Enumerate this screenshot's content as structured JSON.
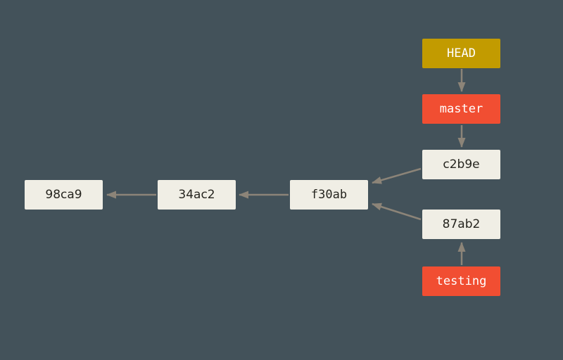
{
  "diagram": {
    "kind": "git-commit-graph",
    "background_color": "#43525A",
    "arrow_color": "#8C8478",
    "nodes": {
      "head": {
        "label": "HEAD",
        "kind": "pointer",
        "fill": "#C29B00",
        "text_color": "#FFFFFF"
      },
      "master": {
        "label": "master",
        "kind": "branch",
        "fill": "#F14E32",
        "text_color": "#FFFFFF"
      },
      "testing": {
        "label": "testing",
        "kind": "branch",
        "fill": "#F14E32",
        "text_color": "#FFFFFF"
      },
      "c2b9e": {
        "label": "c2b9e",
        "kind": "commit",
        "fill": "#F0EEE5",
        "text_color": "#26251F"
      },
      "87ab2": {
        "label": "87ab2",
        "kind": "commit",
        "fill": "#F0EEE5",
        "text_color": "#26251F"
      },
      "f30ab": {
        "label": "f30ab",
        "kind": "commit",
        "fill": "#F0EEE5",
        "text_color": "#26251F"
      },
      "34ac2": {
        "label": "34ac2",
        "kind": "commit",
        "fill": "#F0EEE5",
        "text_color": "#26251F"
      },
      "98ca9": {
        "label": "98ca9",
        "kind": "commit",
        "fill": "#F0EEE5",
        "text_color": "#26251F"
      }
    },
    "edges": [
      {
        "from": "HEAD",
        "to": "master"
      },
      {
        "from": "master",
        "to": "c2b9e"
      },
      {
        "from": "testing",
        "to": "87ab2"
      },
      {
        "from": "c2b9e",
        "to": "f30ab"
      },
      {
        "from": "87ab2",
        "to": "f30ab"
      },
      {
        "from": "f30ab",
        "to": "34ac2"
      },
      {
        "from": "34ac2",
        "to": "98ca9"
      }
    ]
  }
}
